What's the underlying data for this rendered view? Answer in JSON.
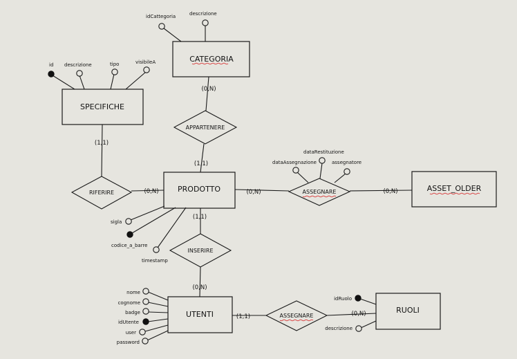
{
  "entities": {
    "categoria": "CATEGORIA",
    "specifiche": "SPECIFICHE",
    "prodotto": "PRODOTTO",
    "asset_older": "ASSET_OLDER",
    "utenti": "UTENTI",
    "ruoli": "RUOLI"
  },
  "relationships": {
    "appartenere": "APPARTENERE",
    "riferire": "RIFERIRE",
    "assegnare_asset": "ASSEGNARE",
    "inserire": "INSERIRE",
    "assegnare_ruoli": "ASSEGNARE"
  },
  "attributes": {
    "categoria": {
      "idCategoria": "idCattegoria",
      "descrizione": "descrizione"
    },
    "specifiche": {
      "id": "id",
      "descrizione": "descrizione",
      "tipo": "tipo",
      "visibileA": "visibileA"
    },
    "assegnare_asset": {
      "dataAssegnazione": "dataAssegnazione",
      "dataRestituzione": "dataRestituzione",
      "assegnatore": "assegnatore"
    },
    "prodotto": {
      "sigla": "sigla",
      "codice_a_barre": "codice_a_barre",
      "timestamp": "timestamp"
    },
    "utenti": {
      "nome": "nome",
      "cognome": "cognome",
      "badge": "badge",
      "idUtente": "idUtente",
      "user": "user",
      "password": "password"
    },
    "ruoli": {
      "idRuolo": "idRuolo",
      "descrizione": "descrizione"
    }
  },
  "cardinalities": {
    "categoria_appartenere": "(0,N)",
    "prodotto_appartenere": "(1,1)",
    "specifiche_riferire": "(1,1)",
    "prodotto_riferire": "(0,N)",
    "prodotto_assegnare": "(0,N)",
    "asset_assegnare": "(0,N)",
    "prodotto_inserire": "(1,1)",
    "utenti_inserire": "(0,N)",
    "utenti_assegnare": "(1,1)",
    "ruoli_assegnare": "(0,N)"
  }
}
